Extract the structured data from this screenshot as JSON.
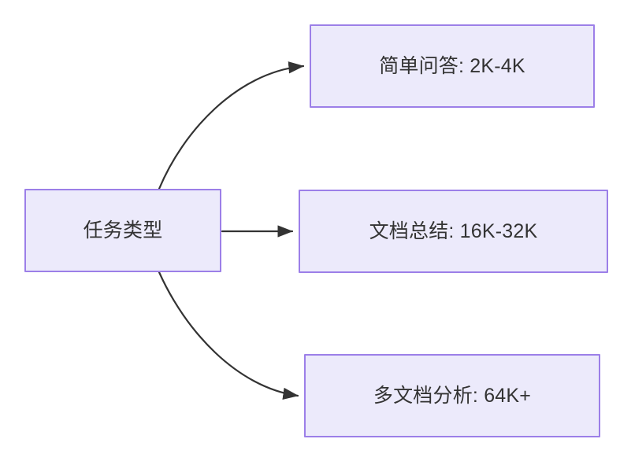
{
  "diagram": {
    "type": "flowchart",
    "direction": "left-to-right",
    "background_color": "#ffffff",
    "node_fill_color": "#ECEAFB",
    "node_border_color": "#9C7FE8",
    "node_text_color": "#333333",
    "edge_color": "#333333",
    "title": "",
    "root": {
      "id": "node-source",
      "label": "任务类型"
    },
    "branches": [
      {
        "id": "node-simple-qa",
        "label": "简单问答: 2K-4K",
        "task": "简单问答",
        "context_length": "2K-4K",
        "edge_style": "curved"
      },
      {
        "id": "node-doc-summary",
        "label": "文档总结: 16K-32K",
        "task": "文档总结",
        "context_length": "16K-32K",
        "edge_style": "straight"
      },
      {
        "id": "node-multi-doc",
        "label": "多文档分析: 64K+",
        "task": "多文档分析",
        "context_length": "64K+",
        "edge_style": "curved"
      }
    ]
  }
}
